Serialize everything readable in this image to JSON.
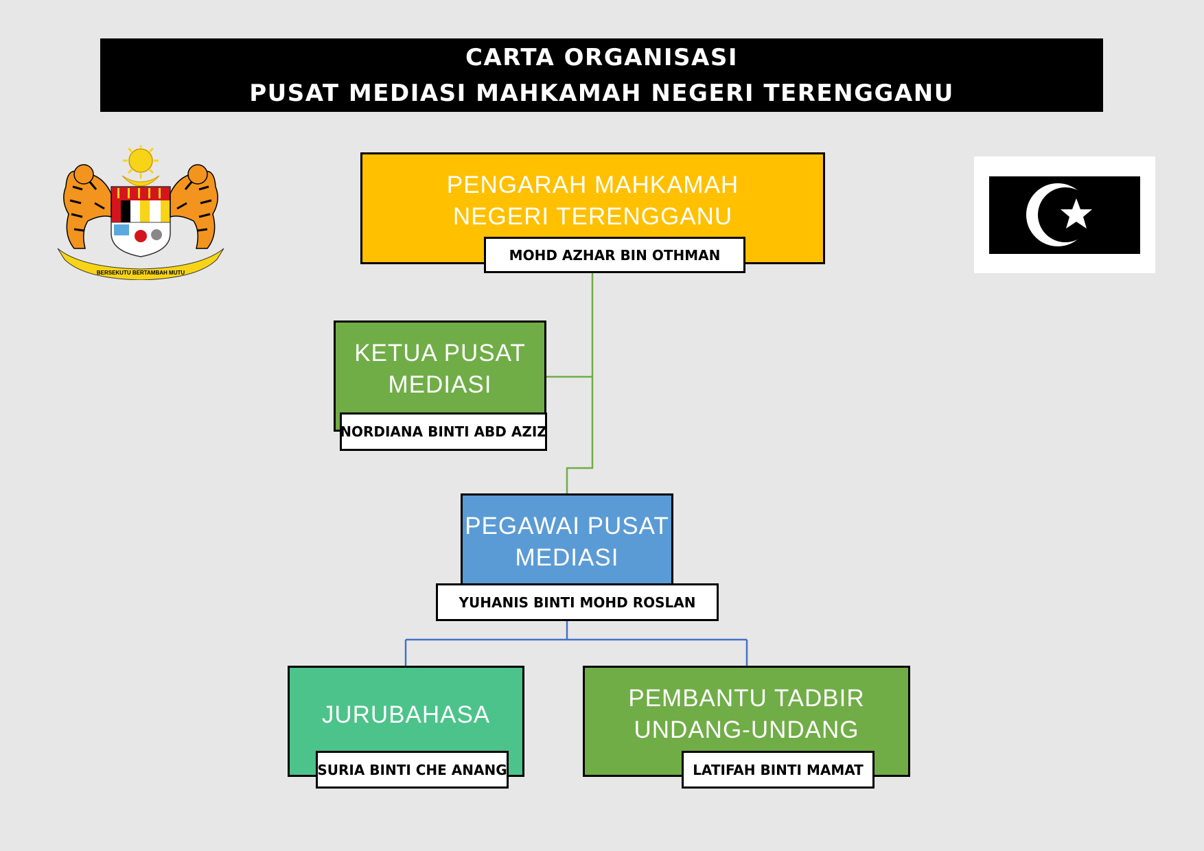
{
  "header": {
    "line1": "CARTA ORGANISASI",
    "line2": "PUSAT MEDIASI MAHKAMAH NEGERI TERENGGANU"
  },
  "logos": {
    "left": "coat-of-arms-malaysia",
    "left_motto": "BERSEKUTU BERTAMBAH MUTU",
    "right": "terengganu-flag"
  },
  "colors": {
    "director": "#ffc000",
    "head": "#70ad47",
    "officer": "#5b9bd5",
    "interpreter": "#4cc38a",
    "assistant": "#70ad47",
    "line_green": "#70ad47",
    "line_blue": "#4472c4"
  },
  "org": {
    "director": {
      "title": "PENGARAH MAHKAMAH NEGERI TERENGGANU",
      "name": "MOHD AZHAR BIN OTHMAN"
    },
    "head": {
      "title": "KETUA PUSAT MEDIASI",
      "name": "NORDIANA BINTI ABD AZIZ"
    },
    "officer": {
      "title": "PEGAWAI PUSAT MEDIASI",
      "name": "YUHANIS BINTI MOHD ROSLAN"
    },
    "interpreter": {
      "title": "JURUBAHASA",
      "name": "SURIA BINTI CHE ANANG"
    },
    "assistant": {
      "title": "PEMBANTU TADBIR UNDANG-UNDANG",
      "name": "LATIFAH BINTI MAMAT"
    }
  }
}
